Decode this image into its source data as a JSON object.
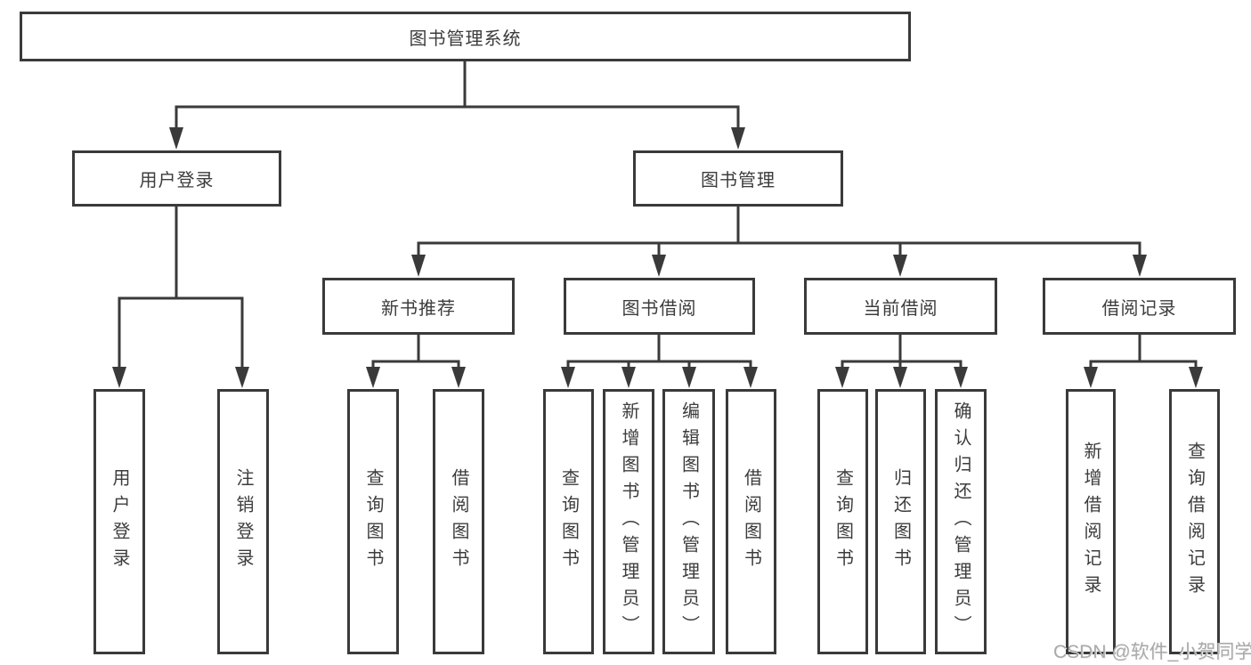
{
  "diagram_title": "图书管理系统",
  "nodes": {
    "root": "图书管理系统",
    "l2": [
      "用户登录",
      "图书管理"
    ],
    "l3": [
      "新书推荐",
      "图书借阅",
      "当前借阅",
      "借阅记录"
    ],
    "leaves_user": [
      "用户登录",
      "注销登录"
    ],
    "leaves_newbook": [
      "查询图书",
      "借阅图书"
    ],
    "leaves_borrow": [
      "查询图书",
      "新增图书（管理员）",
      "编辑图书（管理员）",
      "借阅图书"
    ],
    "leaves_current": [
      "查询图书",
      "归还图书",
      "确认归还（管理员）"
    ],
    "leaves_records": [
      "新增借阅记录",
      "查询借阅记录"
    ]
  },
  "watermark": "CSDN @软件_小贺同学",
  "colors": {
    "line": "#3a3a3a",
    "box_border": "#3a3a3a",
    "text": "#3c3c3c",
    "watermark": "#a9a9a9",
    "background": "#ffffff"
  }
}
